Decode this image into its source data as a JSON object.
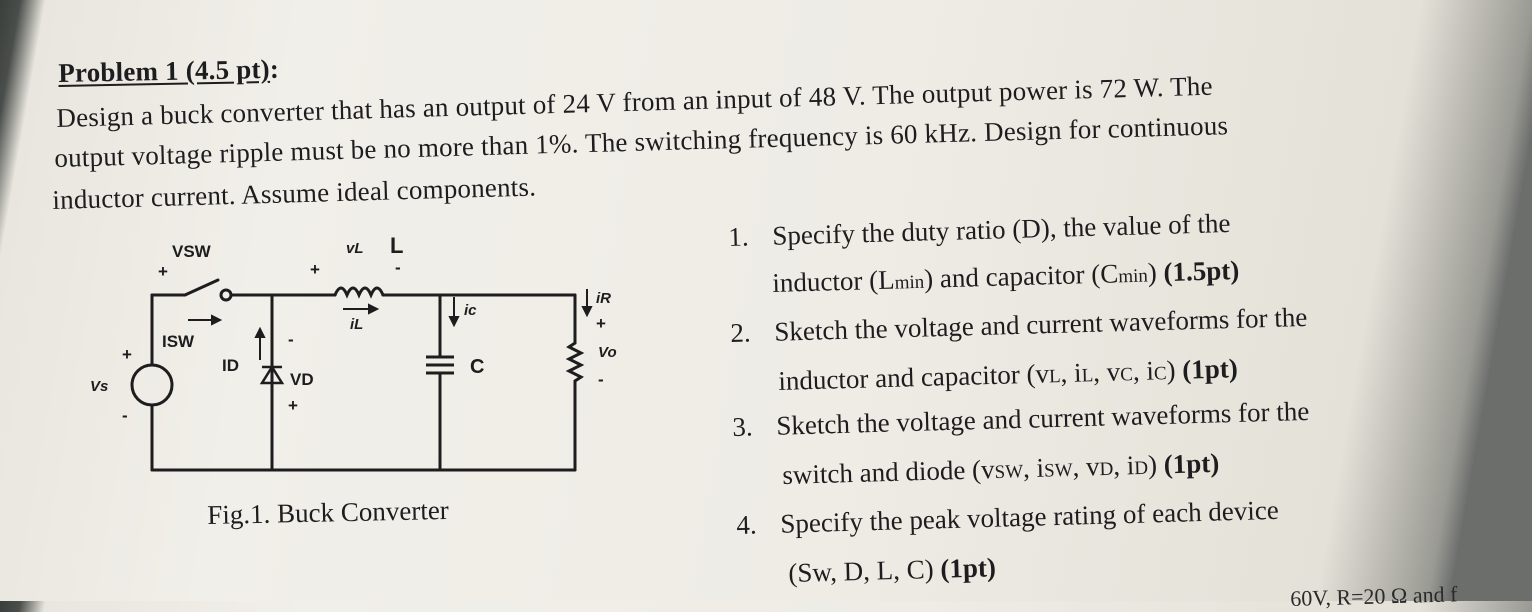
{
  "problem": {
    "heading": "Problem 1 (4.5 pt)",
    "heading_suffix": ":",
    "lines": [
      "Design a buck converter that has an output of 24 V from an input of 48 V. The output power is 72 W. The",
      "output voltage ripple must be no more than 1%. The switching frequency is 60 kHz. Design for continuous",
      "inductor current. Assume ideal components."
    ]
  },
  "figure": {
    "caption": "Fig.1. Buck Converter",
    "labels": {
      "vsw": "VSW",
      "isw": "ISW",
      "vs": "Vs",
      "id": "ID",
      "vd": "VD",
      "vl": "vL",
      "l": "L",
      "il": "iL",
      "ic": "ic",
      "c": "C",
      "ir": "iR",
      "vo": "Vo",
      "plus": "+",
      "minus": "-"
    }
  },
  "questions": [
    {
      "num": "1.",
      "line1": "Specify the duty ratio (D), the value of the",
      "line2_a": "inductor (L",
      "line2_sub1": "min",
      "line2_b": ") and capacitor (C",
      "line2_sub2": "min",
      "line2_c": ") ",
      "line2_bold": "(1.5pt)"
    },
    {
      "num": "2.",
      "line1": "Sketch the voltage and current waveforms for the",
      "line2": "inductor and capacitor (v",
      "sub_a": "L",
      "sep_a": ", i",
      "sub_b": "L",
      "sep_b": ", v",
      "sub_c": "C",
      "sep_c": ", i",
      "sub_d": "C",
      "close": ") ",
      "bold": "(1pt)"
    },
    {
      "num": "3.",
      "line1": "Sketch the voltage and current waveforms for the",
      "line2": "switch and diode (v",
      "sub_a": "SW",
      "sep_a": ", i",
      "sub_b": "SW",
      "sep_b": ", v",
      "sub_c": "D",
      "sep_c": ", i",
      "sub_d": "D",
      "close": ") ",
      "bold": "(1pt)"
    },
    {
      "num": "4.",
      "line1": "Specify the peak voltage rating of each device",
      "line2": "(Sw, D, L, C) ",
      "bold": "(1pt)"
    }
  ],
  "cutoff_text": "60V, R=20 Ω and f"
}
